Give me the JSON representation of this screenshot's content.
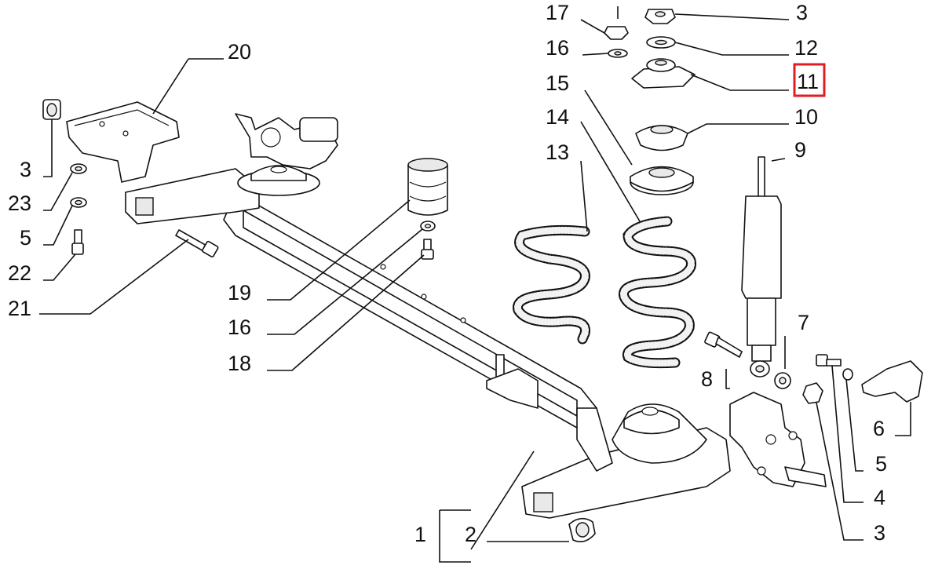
{
  "diagram": {
    "highlighted_callout": "11",
    "highlight_color": "#e31b23",
    "line_color": "#111111",
    "callouts": [
      {
        "id": "c20",
        "label": "20"
      },
      {
        "id": "c17",
        "label": "17"
      },
      {
        "id": "c16a",
        "label": "16"
      },
      {
        "id": "c15",
        "label": "15"
      },
      {
        "id": "c14",
        "label": "14"
      },
      {
        "id": "c13",
        "label": "13"
      },
      {
        "id": "c3a",
        "label": "3"
      },
      {
        "id": "c12",
        "label": "12"
      },
      {
        "id": "c11",
        "label": "11"
      },
      {
        "id": "c10",
        "label": "10"
      },
      {
        "id": "c9",
        "label": "9"
      },
      {
        "id": "c3b",
        "label": "3"
      },
      {
        "id": "c23",
        "label": "23"
      },
      {
        "id": "c5a",
        "label": "5"
      },
      {
        "id": "c22",
        "label": "22"
      },
      {
        "id": "c21",
        "label": "21"
      },
      {
        "id": "c19",
        "label": "19"
      },
      {
        "id": "c16b",
        "label": "16"
      },
      {
        "id": "c18",
        "label": "18"
      },
      {
        "id": "c7",
        "label": "7"
      },
      {
        "id": "c8",
        "label": "8"
      },
      {
        "id": "c6",
        "label": "6"
      },
      {
        "id": "c5b",
        "label": "5"
      },
      {
        "id": "c4",
        "label": "4"
      },
      {
        "id": "c3c",
        "label": "3"
      },
      {
        "id": "c1",
        "label": "1"
      },
      {
        "id": "c2",
        "label": "2"
      }
    ]
  }
}
